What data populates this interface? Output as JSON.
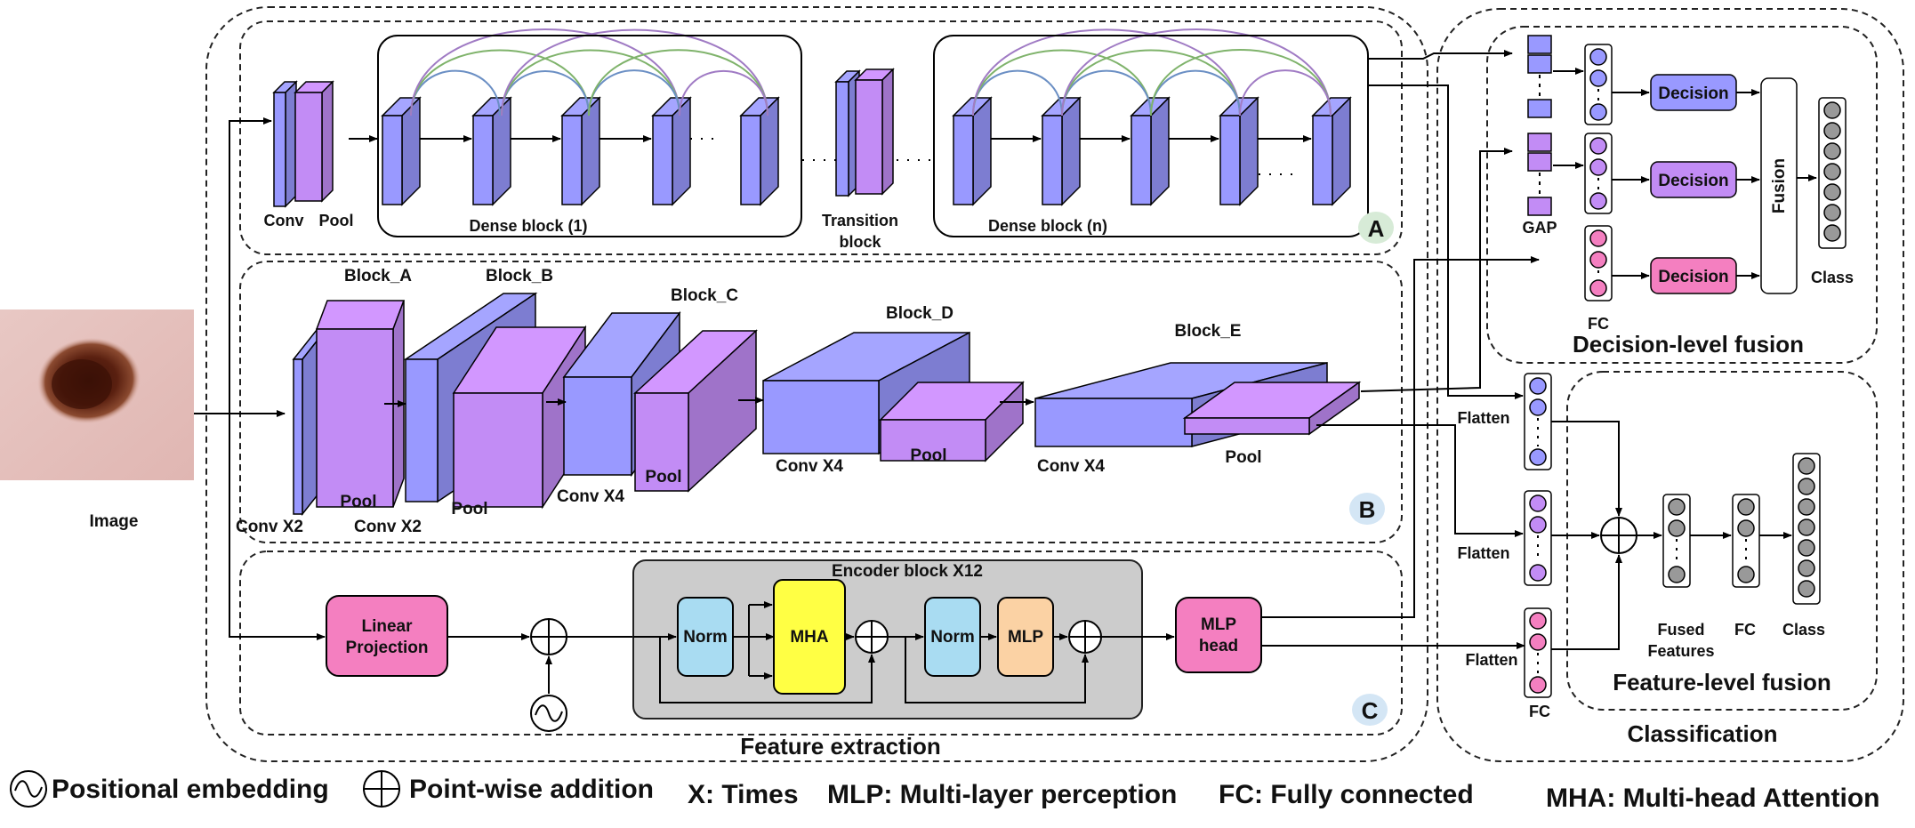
{
  "image": {
    "label": "Image"
  },
  "panel_a": {
    "badge": "A",
    "conv": "Conv",
    "pool": "Pool",
    "dense_block_1": "Dense block (1)",
    "transition": [
      "Transition",
      "block"
    ],
    "dense_block_n": "Dense block (n)"
  },
  "panel_b": {
    "badge": "B",
    "blocks": [
      {
        "name": "Block_A",
        "conv": "Conv X2",
        "pool": "Pool"
      },
      {
        "name": "Block_B",
        "conv": "Conv X2",
        "pool": "Pool"
      },
      {
        "name": "Block_C",
        "conv": "Conv X4",
        "pool": "Pool"
      },
      {
        "name": "Block_D",
        "conv": "Conv X4",
        "pool": "Pool"
      },
      {
        "name": "Block_E",
        "conv": "Conv X4",
        "pool": "Pool"
      }
    ]
  },
  "panel_c": {
    "badge": "C",
    "linear_projection": [
      "Linear",
      "Projection"
    ],
    "encoder_title": "Encoder block X12",
    "norm": "Norm",
    "mha": "MHA",
    "mlp": "MLP",
    "mlp_head": [
      "MLP",
      "head"
    ]
  },
  "feature_extraction": "Feature extraction",
  "decision_fusion": {
    "gap": "GAP",
    "fc": "FC",
    "decision": "Decision",
    "fusion": "Fusion",
    "class": "Class",
    "title": "Decision-level fusion"
  },
  "feature_fusion": {
    "flatten": "Flatten",
    "fc": "FC",
    "fused_features": [
      "Fused",
      "Features"
    ],
    "fc2": "FC",
    "class": "Class",
    "title": "Feature-level fusion"
  },
  "classification": "Classification",
  "legend": {
    "positional": "Positional embedding",
    "pointwise": "Point-wise addition",
    "times": "X: Times",
    "mlp": "MLP: Multi-layer perception",
    "fc": "FC: Fully connected",
    "mha": "MHA: Multi-head Attention"
  },
  "colors": {
    "blue": "#9999ff",
    "violet": "#c28cf5",
    "pink": "#f47fc0",
    "norm": "#a9dcf2",
    "mha": "#ffff44",
    "mlp": "#fbd2a4",
    "encoder_bg": "#cccccc",
    "badge_a": "#d7ebd7",
    "badge_bc": "#d4e6f5",
    "node_gray": "#999999"
  }
}
